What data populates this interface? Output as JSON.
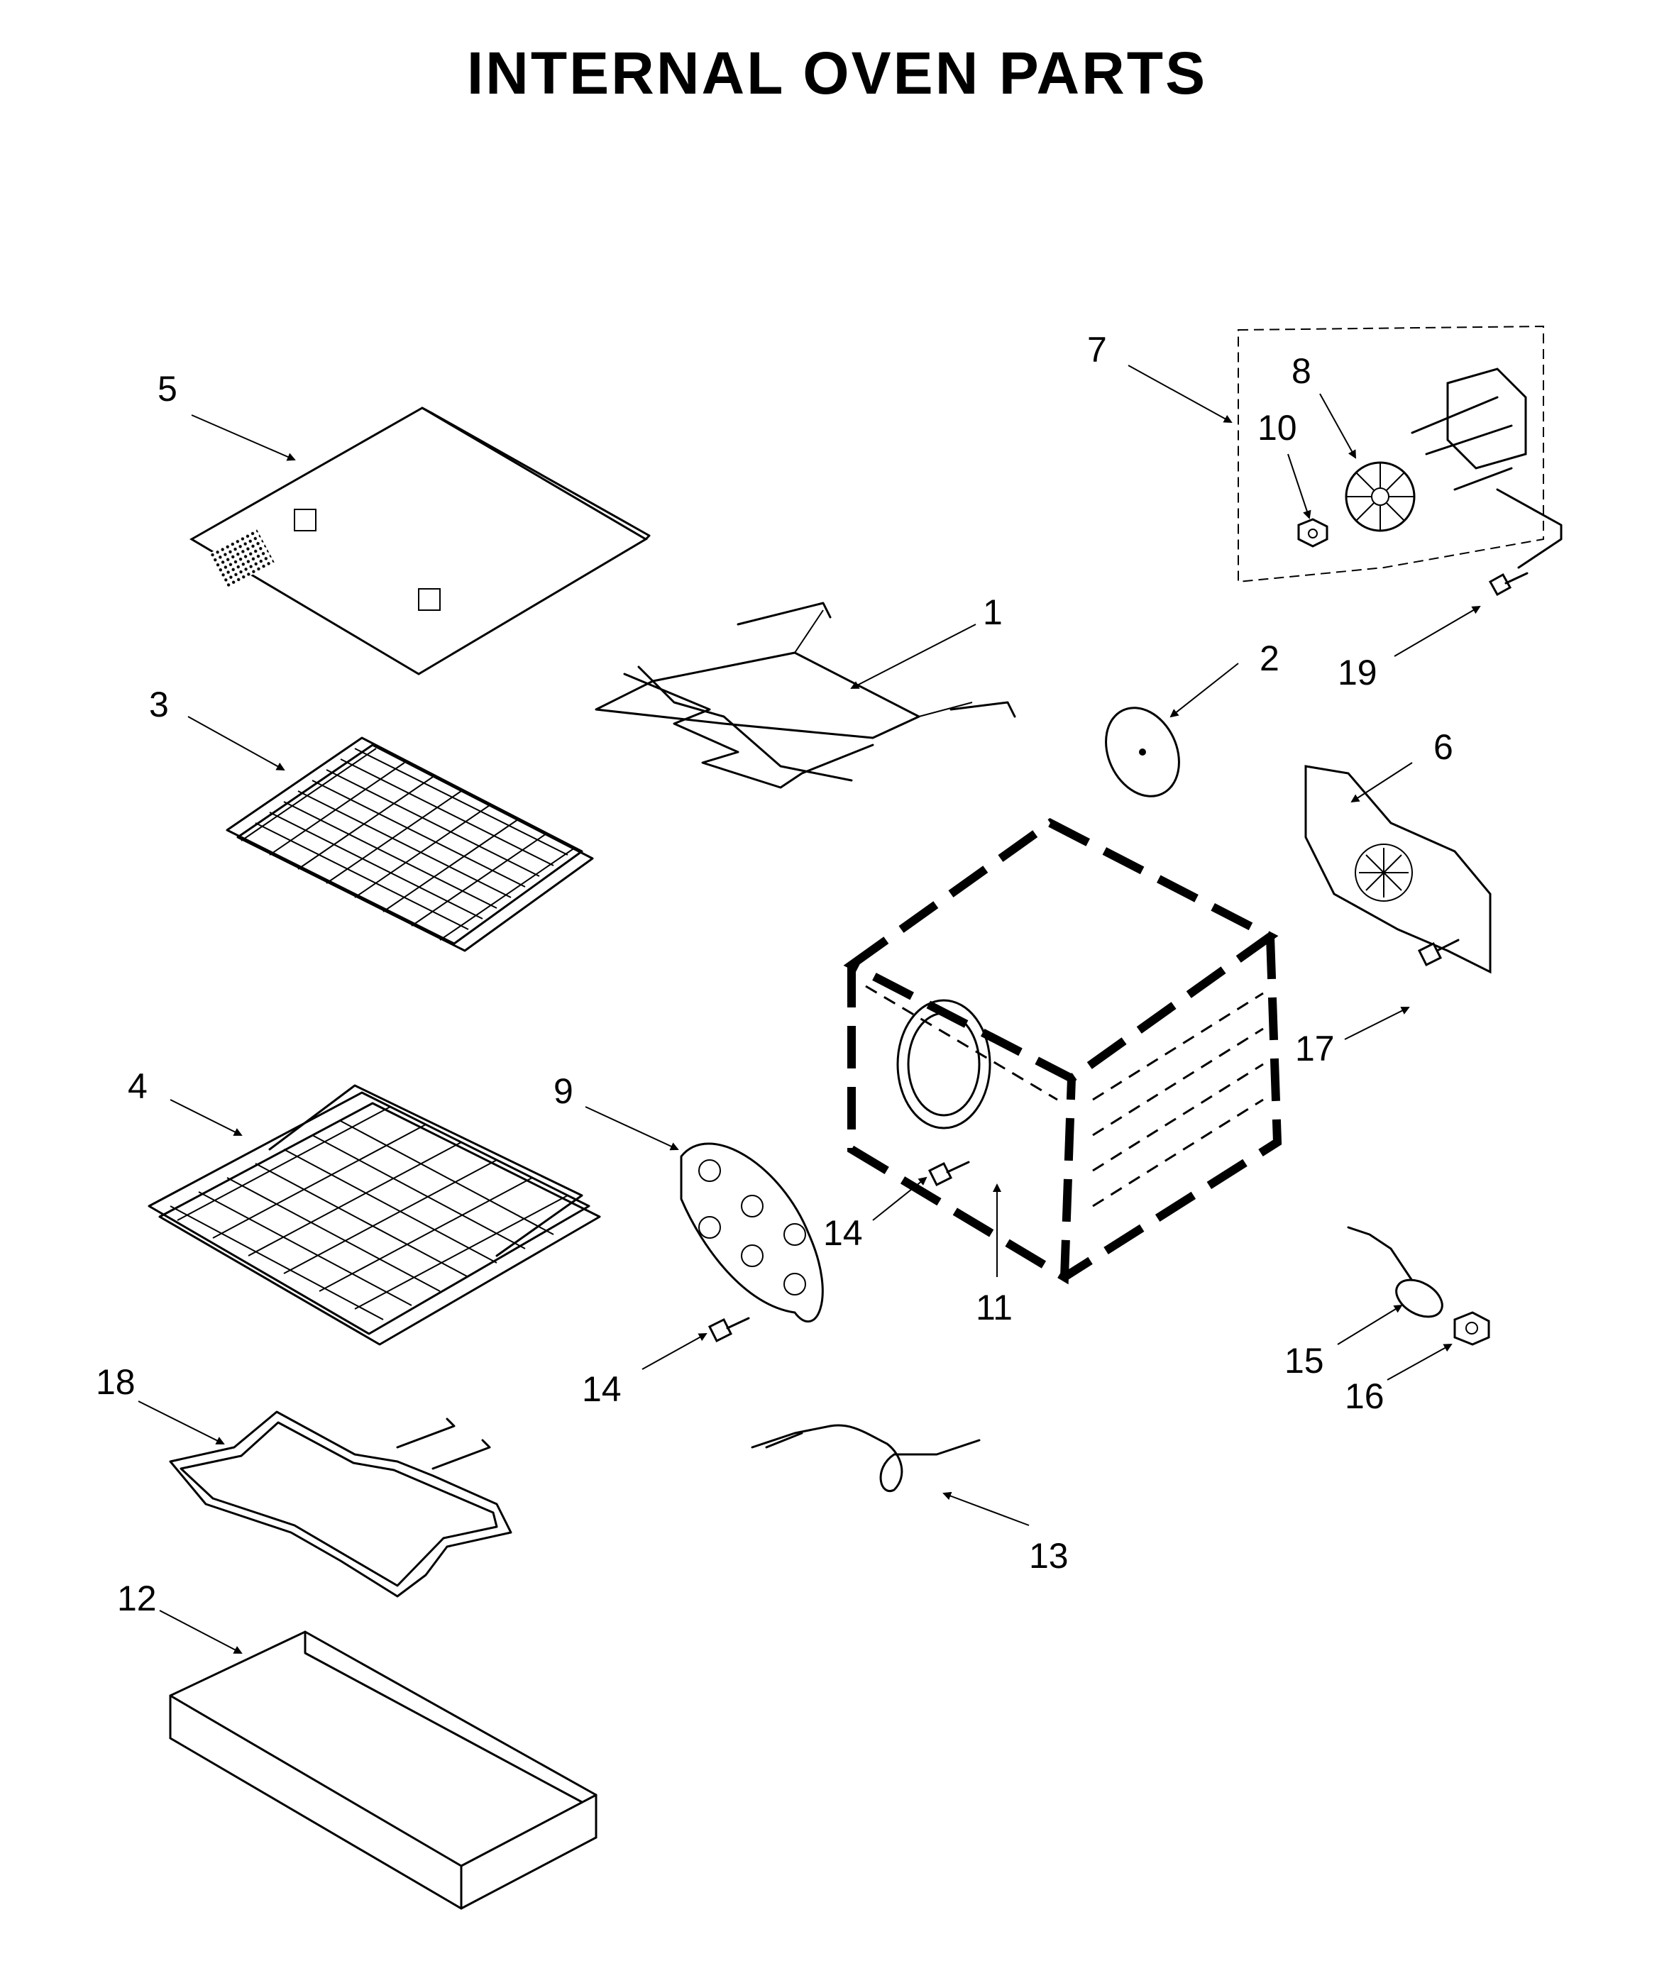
{
  "title": "INTERNAL OVEN PARTS",
  "callouts": {
    "c1": "1",
    "c2": "2",
    "c3": "3",
    "c4": "4",
    "c5": "5",
    "c6": "6",
    "c7": "7",
    "c8": "8",
    "c9": "9",
    "c10": "10",
    "c11": "11",
    "c12": "12",
    "c13": "13",
    "c14a": "14",
    "c14b": "14",
    "c15": "15",
    "c16": "16",
    "c17": "17",
    "c18": "18",
    "c19": "19"
  }
}
